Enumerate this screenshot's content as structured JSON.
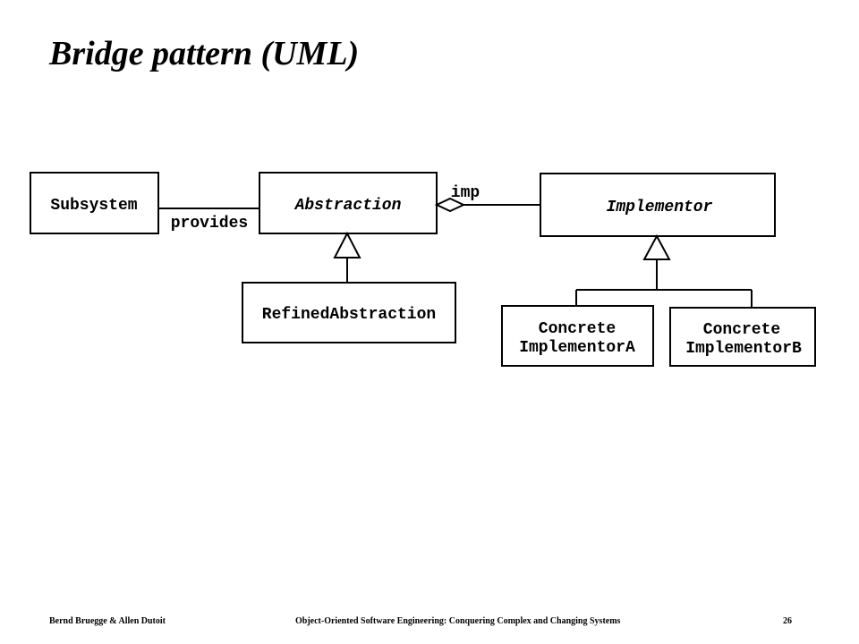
{
  "title": "Bridge pattern (UML)",
  "diagram": {
    "classes": {
      "subsystem": "Subsystem",
      "abstraction": "Abstraction",
      "implementor": "Implementor",
      "refined_abstraction": "RefinedAbstraction",
      "concrete_a_line1": "Concrete",
      "concrete_a_line2": "ImplementorA",
      "concrete_b_line1": "Concrete",
      "concrete_b_line2": "ImplementorB"
    },
    "labels": {
      "provides": "provides",
      "imp": "imp"
    }
  },
  "footer": {
    "authors": "Bernd Bruegge & Allen Dutoit",
    "book": "Object-Oriented Software Engineering: Conquering Complex and Changing Systems",
    "page": "26"
  }
}
